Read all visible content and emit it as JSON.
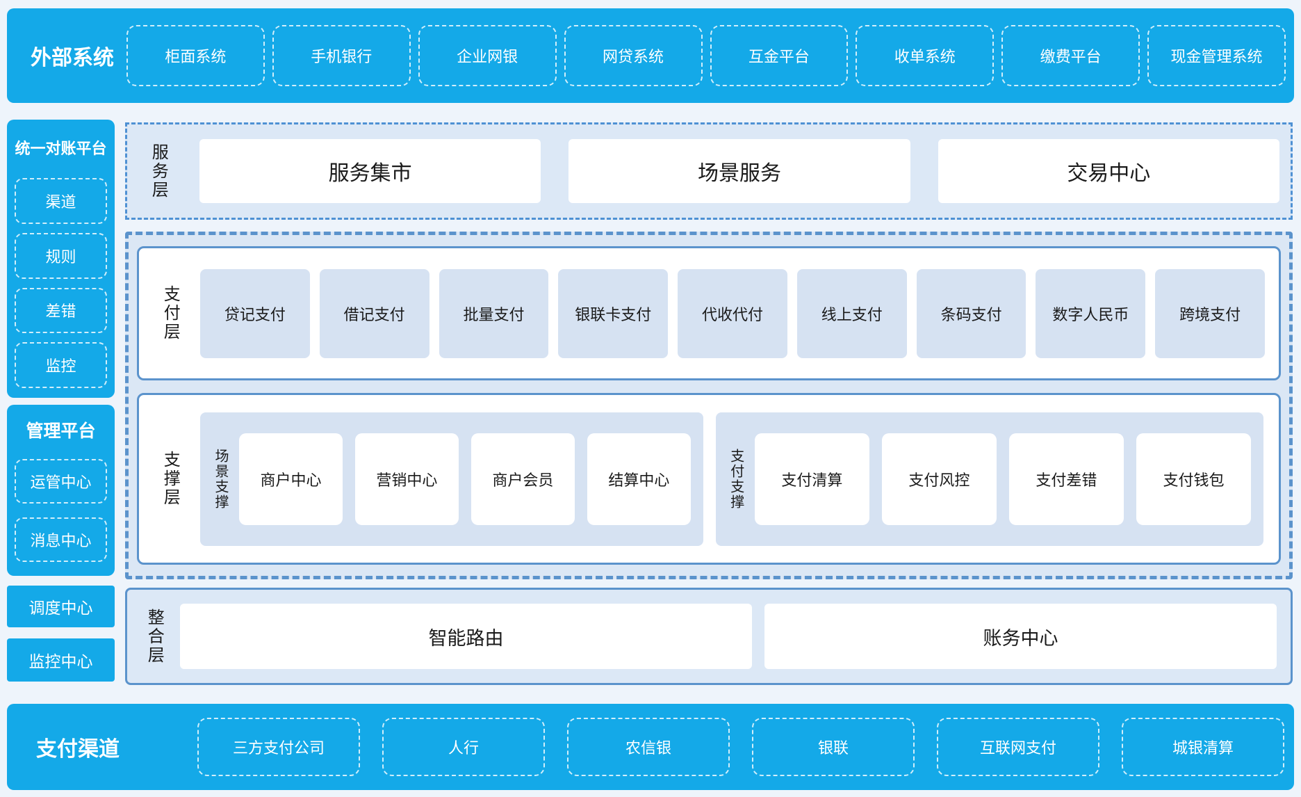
{
  "colors": {
    "bright_blue": "#14a9e8",
    "panel_bg": "#dce8f6",
    "tile_bg": "#d6e2f2",
    "border_blue": "#5b93cc",
    "dash_border": "#4f91d4",
    "page_bg": "#eef4fb",
    "text_dark": "#1a1a1a"
  },
  "external_systems": {
    "label": "外部系统",
    "items": [
      "柜面系统",
      "手机银行",
      "企业网银",
      "网贷系统",
      "互金平台",
      "收单系统",
      "缴费平台",
      "现金管理系统"
    ]
  },
  "reconciliation_platform": {
    "title": "统一对账平台",
    "items": [
      "渠道",
      "规则",
      "差错",
      "监控"
    ]
  },
  "management_platform": {
    "title": "管理平台",
    "items": [
      "运管中心",
      "消息中心"
    ]
  },
  "standalone_blocks": {
    "dispatch": "调度中心",
    "monitor": "监控中心"
  },
  "service_layer": {
    "label": "服务层",
    "cards": [
      "服务集市",
      "场景服务",
      "交易中心"
    ]
  },
  "payment_layer": {
    "label": "支付层",
    "tiles": [
      "贷记支付",
      "借记支付",
      "批量支付",
      "银联卡支付",
      "代收代付",
      "线上支付",
      "条码支付",
      "数字人民币",
      "跨境支付"
    ]
  },
  "support_layer": {
    "label": "支撑层",
    "groups": [
      {
        "label": "场景支撑",
        "tiles": [
          "商户中心",
          "营销中心",
          "商户会员",
          "结算中心"
        ]
      },
      {
        "label": "支付支撑",
        "tiles": [
          "支付清算",
          "支付风控",
          "支付差错",
          "支付钱包"
        ]
      }
    ]
  },
  "integration_layer": {
    "label": "整合层",
    "cards": [
      "智能路由",
      "账务中心"
    ]
  },
  "payment_channels": {
    "label": "支付渠道",
    "items": [
      "三方支付公司",
      "人行",
      "农信银",
      "银联",
      "互联网支付",
      "城银清算"
    ]
  }
}
